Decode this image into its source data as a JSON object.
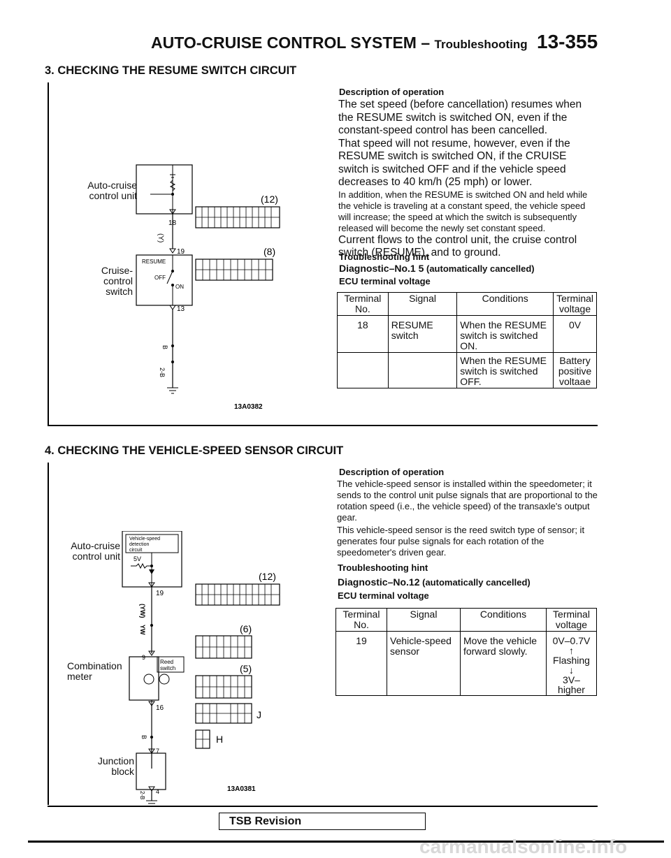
{
  "header": {
    "title": "AUTO-CRUISE CONTROL SYSTEM",
    "dash": "–",
    "subtitle": "Troubleshooting",
    "page_no": "13-355"
  },
  "section3": {
    "heading": "3. CHECKING THE RESUME SWITCH CIRCUIT",
    "diagram": {
      "unit_label_1": "Auto-cruise",
      "unit_label_2": "control unit",
      "switch_label_1": "Cruise-",
      "switch_label_2": "control",
      "switch_label_3": "switch",
      "resume": "RESUME",
      "off": "OFF",
      "on": "ON",
      "pin18": "18",
      "pin19": "19",
      "pin13": "13",
      "wire_y": "(Y)",
      "wire_b": "B",
      "wire_b2": "2-B",
      "conn12": "(12)",
      "conn8": "(8)",
      "code": "13A0382"
    },
    "description_title": "Description of operation",
    "description_p1": "The set speed (before cancellation) resumes when the RESUME switch is switched ON, even if the constant-speed control has been cancelled.",
    "description_p2": "That speed will not resume, however, even if the RESUME switch is switched ON, if the CRUISE switch is switched OFF and if the vehicle speed decreases to 40 km/h (25 mph) or lower.",
    "description_p3": "In addition, when the RESUME is switched ON and held while the vehicle is traveling at a constant speed, the vehicle speed will increase; the speed at which the switch is subsequently released will become the newly set constant speed.",
    "description_p4": "Current flows to the control unit, the cruise control switch (RESUME), and to ground.",
    "hint_title": "Troubleshooting hint",
    "diagnostic": "Diagnostic–No.1 5",
    "diagnostic_note": "(automatically cancelled)",
    "ecu_title": "ECU terminal voltage",
    "table": {
      "headers": [
        "Terminal No.",
        "Signal",
        "Conditions",
        "Terminal voltage"
      ],
      "rows": [
        {
          "terminal": "18",
          "signal": "RESUME switch",
          "condition": "When the RESUME switch is switched ON.",
          "voltage": "0V"
        },
        {
          "terminal": "",
          "signal": "",
          "condition": "When the RESUME switch is switched OFF.",
          "voltage": "Battery positive voltaae"
        }
      ]
    }
  },
  "section4": {
    "heading": "4. CHECKING THE VEHICLE-SPEED SENSOR CIRCUIT",
    "diagram": {
      "unit_label_1": "Auto-cruise",
      "unit_label_2": "control unit",
      "detect_1": "Vehicle-speed",
      "detect_2": "detection",
      "detect_3": "circuit",
      "v5": "5V",
      "meter_1": "Combination",
      "meter_2": "meter",
      "reed_1": "Reed",
      "reed_2": "switch",
      "junction_1": "Junction",
      "junction_2": "block",
      "pin19": "19",
      "pin9": "9",
      "pin16": "16",
      "pin7": "7",
      "pin4": "4",
      "wire_yw": "(YW)",
      "wire_yw2": "YW",
      "wire_b": "B",
      "wire_b2": "2-B",
      "conn12": "(12)",
      "conn6": "(6)",
      "conn5": "(5)",
      "conn_j": "J",
      "conn_h": "H",
      "code": "13A0381"
    },
    "description_title": "Description of operation",
    "description_p1": "The vehicle-speed sensor is installed within the speedometer; it sends to the control unit pulse signals that are proportional to the rotation speed (i.e., the vehicle speed) of the transaxle's output gear.",
    "description_p2": "This vehicle-speed sensor is the reed switch type of sensor; it generates four pulse signals for each rotation of the speedometer's driven gear.",
    "hint_title": "Troubleshooting hint",
    "diagnostic": "Diagnostic–No.12",
    "diagnostic_note": "(automatically cancelled)",
    "ecu_title": "ECU terminal voltage",
    "table": {
      "headers": [
        "Terminal No.",
        "Signal",
        "Conditions",
        "Terminal voltage"
      ],
      "rows": [
        {
          "terminal": "19",
          "signal": "Vehicle-speed sensor",
          "condition": "Move the vehicle forward slowly.",
          "v1": "0V–0.7V",
          "arrow_up": "↑",
          "v2": "Flashing",
          "arrow_down": "↓",
          "v3": "3V–higher"
        }
      ]
    }
  },
  "footer": {
    "tsb": "TSB Revision",
    "watermark": "carmanualsonline.info"
  }
}
